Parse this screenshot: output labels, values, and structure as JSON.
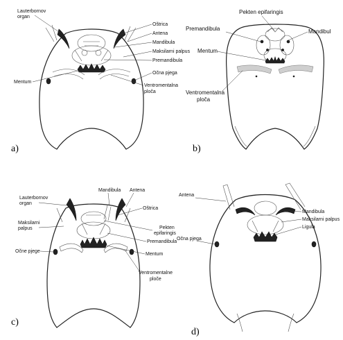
{
  "panels": {
    "a": {
      "letter": "a)",
      "labels": {
        "lauterbornov": [
          "Lauterbornov",
          "organ"
        ],
        "ostrica": "Oštrica",
        "antena": "Antena",
        "mandibula": "Mandibula",
        "maksilarni": "Maksilarni palpus",
        "premandibula": "Premandibula",
        "mentum": "Mentum",
        "ocna": "Očna pjega",
        "ventro": [
          "Ventromentalna",
          "ploča"
        ]
      }
    },
    "b": {
      "letter": "b)",
      "labels": {
        "pekten": "Pekten epifaringis",
        "premandibula": "Premandibula",
        "mandibul": "Mandibul",
        "mentum": "Mentum",
        "ventro": [
          "Ventromentalna",
          "ploča"
        ]
      }
    },
    "c": {
      "letter": "c)",
      "labels": {
        "lauterbornov": [
          "Lauterbornov",
          "organ"
        ],
        "mandibula": "Mandibula",
        "antena": "Antena",
        "ostrica": "Oštrica",
        "maksilarni": [
          "Maksilarni",
          "palpus"
        ],
        "pekten": [
          "Pekten",
          "epifaringis"
        ],
        "premandibula": "Premandibula",
        "ocne": "Očne pjege",
        "mentum": "Mentum",
        "ventro": [
          "Ventromentalne",
          "ploče"
        ]
      }
    },
    "d": {
      "letter": "d)",
      "labels": {
        "antena": "Antena",
        "mandibula": "Mandibula",
        "maksilarni": "Maksilarni palpus",
        "ligula": "Ligula",
        "ocna": "Očna pjega"
      }
    }
  }
}
